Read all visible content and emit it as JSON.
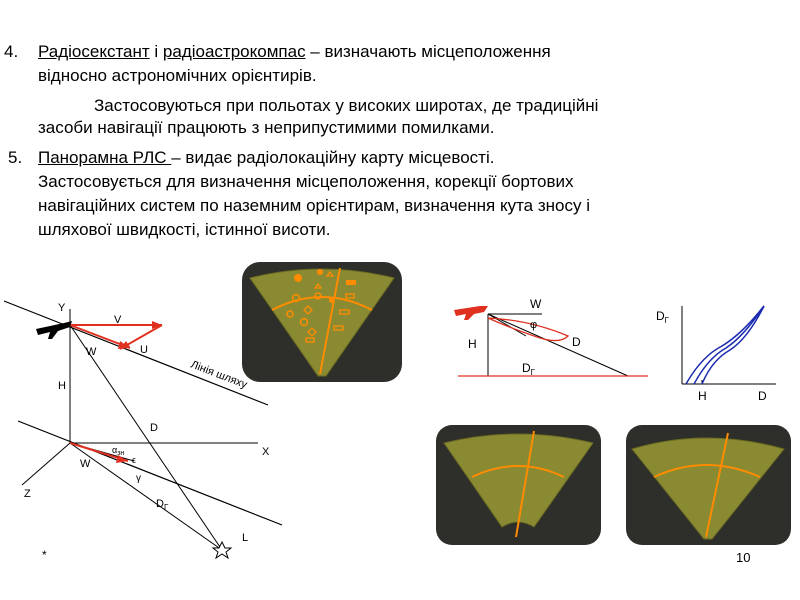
{
  "items": [
    {
      "number": "4.",
      "term": "Радіосекстант",
      "conj": " і ",
      "term2": "радіоастрокомпас",
      "rest": " – визначають місцеположення",
      "line2": "відносно астрономічних орієнтирів.",
      "line3": "Застосовуються при польотах у високих широтах, де традиційні",
      "line4": "засоби навігації працюють з неприпустимими помилками."
    },
    {
      "number": "5.",
      "term": "Панорамна РЛС ",
      "rest": "– видає радіолокаційну карту місцевості.",
      "line2": "Застосовується для визначення місцеположення, корекції бортових",
      "line3": "навігаційних систем по наземним орієнтирам, визначення кута зносу і",
      "line4": "шляхової швидкості, істинної висоти."
    }
  ],
  "diagram_main": {
    "Y": "Y",
    "X": "X",
    "Z": "Z",
    "H": "H",
    "D": "D",
    "L": "L",
    "V": "V",
    "W": "W",
    "U": "U",
    "W2": "W",
    "path_line": "Лінія шляху",
    "alpha": "α",
    "alpha_sub": "зн",
    "eps": "ε",
    "gamma": "γ",
    "Dg": "D",
    "Dg_sub": "Г"
  },
  "diagram_right": {
    "W": "W",
    "phi": "φ",
    "H": "H",
    "D": "D",
    "Dg": "D",
    "Dg_sub": "Г"
  },
  "graph": {
    "y_label": "D",
    "y_sub": "Г",
    "x_label": "D",
    "x_tick": "H"
  },
  "colors": {
    "screen_bg": "#2e2e2a",
    "sector": "#8a8a32",
    "orange": "#ff8c00",
    "red": "#e03020",
    "blue": "#1a2ab0"
  },
  "footer": {
    "star": "*",
    "page": "10"
  }
}
